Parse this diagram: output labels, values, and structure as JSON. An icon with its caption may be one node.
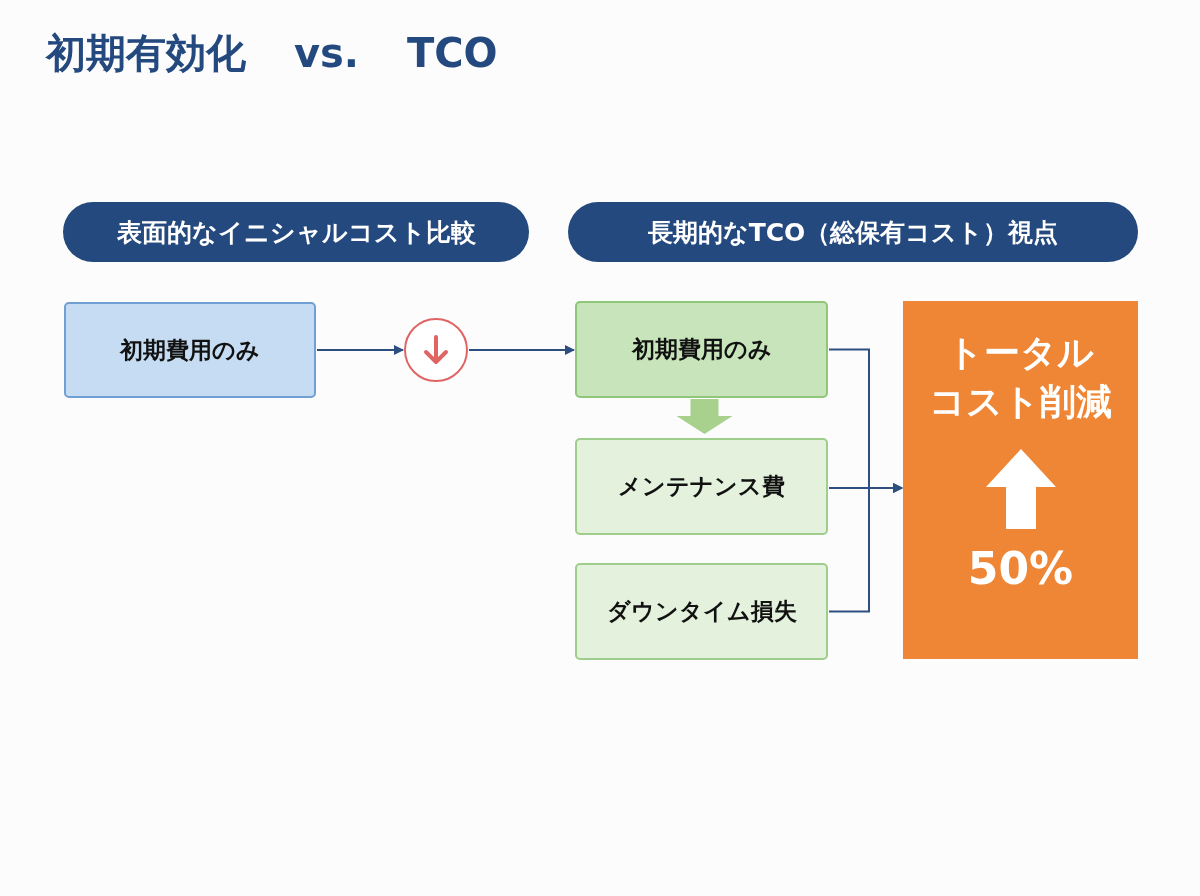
{
  "diagram": {
    "title": "初期有効化 vs. TCO",
    "nodes": [
      {
        "text": [
          "表面的なイニシャルコスト比較"
        ]
      },
      {
        "text": [
          "長期的なTCO（総保有コスト）視点"
        ]
      },
      {
        "text": [
          "初期費用のみ"
        ]
      },
      {
        "text": [],
        "shape": "circle"
      },
      {
        "text": [
          "初期費用のみ"
        ]
      },
      {
        "text": [
          "メンテナンス費"
        ]
      },
      {
        "text": [
          "ダウンタイム損失"
        ]
      },
      {
        "text": [
          "トータル",
          "コスト削減",
          "50%"
        ]
      }
    ],
    "edges": [
      {
        "from": 2,
        "to": 3,
        "arrow": "to"
      },
      {
        "from": 3,
        "to": 4,
        "arrow": "to"
      },
      {
        "from": 4,
        "to": 5,
        "arrow": "to",
        "style": "thick",
        "color": "#a9d18e"
      },
      {
        "from": 4,
        "to": 7,
        "arrow": "to"
      },
      {
        "from": 5,
        "to": 7,
        "arrow": "to"
      },
      {
        "from": 6,
        "to": 7,
        "arrow": "to"
      }
    ]
  }
}
